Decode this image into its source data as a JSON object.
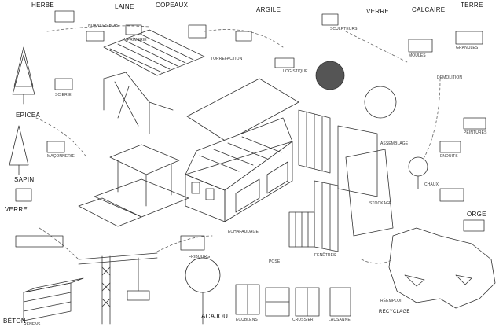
{
  "labels": {
    "herbe": "HERBE",
    "laine": "LAINE",
    "copeaux": "COPEAUX",
    "argile": "ARGILE",
    "terre": "TERRE",
    "verre_top": "VERRE",
    "calcaire": "CALCAIRE",
    "epicea": "EPICEA",
    "sapin": "SAPIN",
    "verre_left": "VERRE",
    "beton": "BÉTON",
    "orge": "ORGE",
    "acajou": "ACAJOU",
    "recyclage": "RECYCLAGE"
  },
  "captions": {
    "c1": "NUANCES BOIS",
    "c2": "IMPRIMERIE",
    "c3": "SCIERIE",
    "c4": "TORREFACTION",
    "c5": "LOGISTIQUE",
    "c6": "SCULPTEURS",
    "c7": "MOULES",
    "c8": "GRANULES",
    "c9": "ECHAFAUDAGE",
    "c10": "FENÊTRES",
    "c11": "STOCKAGE",
    "c12": "POSE",
    "c13": "ASSEMBLAGE",
    "c14": "ENDUITS",
    "c15": "PEINTURES",
    "c16": "MAÇONNERIE",
    "c17": "CRUSSIER",
    "c18": "LAUSANNE",
    "c19": "ECUBLENS",
    "c20": "RENENS",
    "c21": "FRIBOURG",
    "c22": "RÉEMPLOI",
    "c23": "CHAUX",
    "c24": "DÉMOLITION"
  }
}
